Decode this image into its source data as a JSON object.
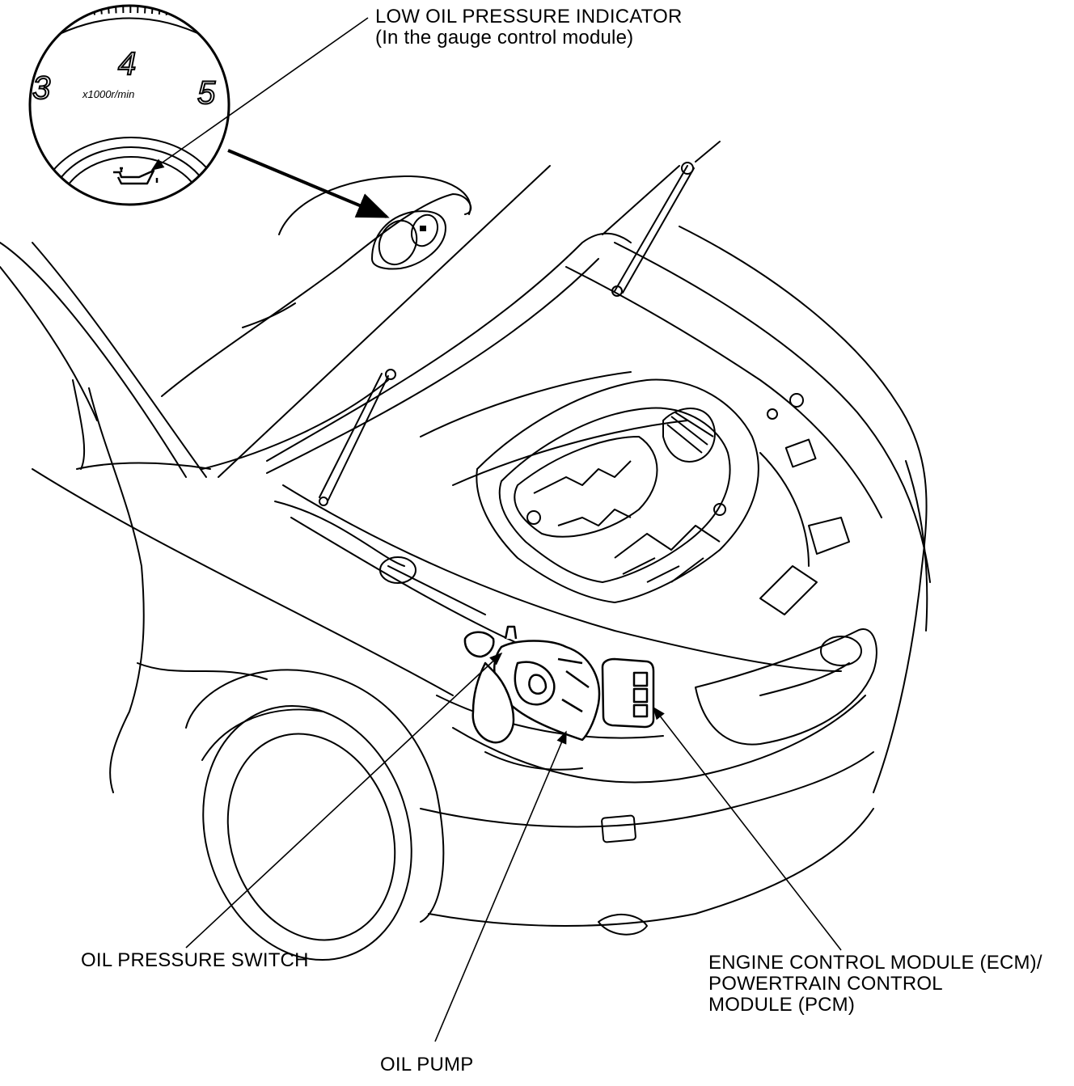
{
  "labels": {
    "indicator_line1": "LOW OIL PRESSURE INDICATOR",
    "indicator_line2": "(In the gauge control module)",
    "oil_pressure_switch": "OIL PRESSURE SWITCH",
    "ecm_line1": "ENGINE CONTROL MODULE (ECM)/",
    "ecm_line2": "POWERTRAIN CONTROL",
    "ecm_line3": "MODULE (PCM)",
    "oil_pump": "OIL PUMP"
  },
  "gauge": {
    "num_left": "3",
    "num_center": "4",
    "num_right": "5",
    "unit": "x1000r/min"
  },
  "colors": {
    "ink": "#000000",
    "paper": "#ffffff"
  }
}
